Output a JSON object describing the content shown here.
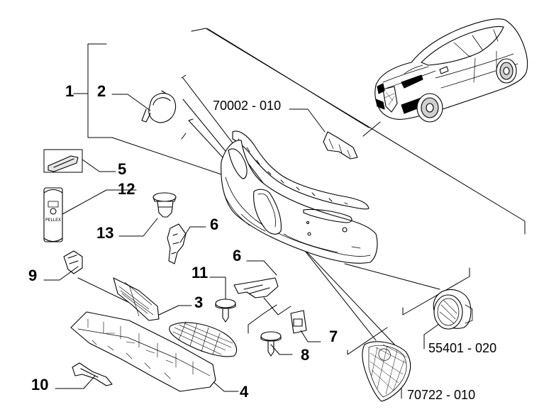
{
  "labels": {
    "l1": "1",
    "l2": "2",
    "l3": "3",
    "l4": "4",
    "l5": "5",
    "l6a": "6",
    "l6b": "6",
    "l7": "7",
    "l8": "8",
    "l9": "9",
    "l10": "10",
    "l11": "11",
    "l12": "12",
    "l13": "13",
    "c1": "70002 - 010",
    "c2": "55401 - 020",
    "c3": "70722 - 010"
  },
  "can_label": "PELLEX",
  "colors": {
    "line": "#000000",
    "fill": "#ffffff",
    "shade": "#d8d8d8"
  }
}
